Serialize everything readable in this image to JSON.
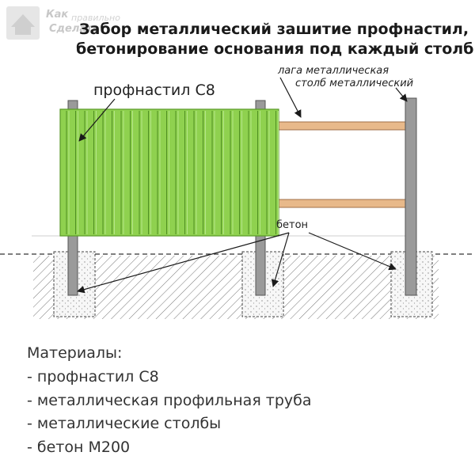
{
  "watermark": {
    "line1": "Как",
    "line1_small": "правильно",
    "line2": "Сделать"
  },
  "title": {
    "line1": "Забор металлический зашитие профнастил,",
    "line2": "бетонирование основания под каждый столб."
  },
  "labels": {
    "profnastil": "профнастил С8",
    "laga": "лага металлическая",
    "stolb": "столб металлический",
    "beton": "бетон"
  },
  "materials": {
    "heading": "Материалы:",
    "items": [
      "- профнастил С8",
      "- металлическая профильная труба",
      "- металлические столбы",
      "- бетон М200"
    ]
  },
  "colors": {
    "sheet_fill": "#8fd14f",
    "sheet_stroke": "#5a9a2a",
    "rail_fill": "#e8b98a",
    "post_fill": "#9a9a9a",
    "concrete_fill": "#f4f4f4",
    "hatch": "#666666"
  }
}
